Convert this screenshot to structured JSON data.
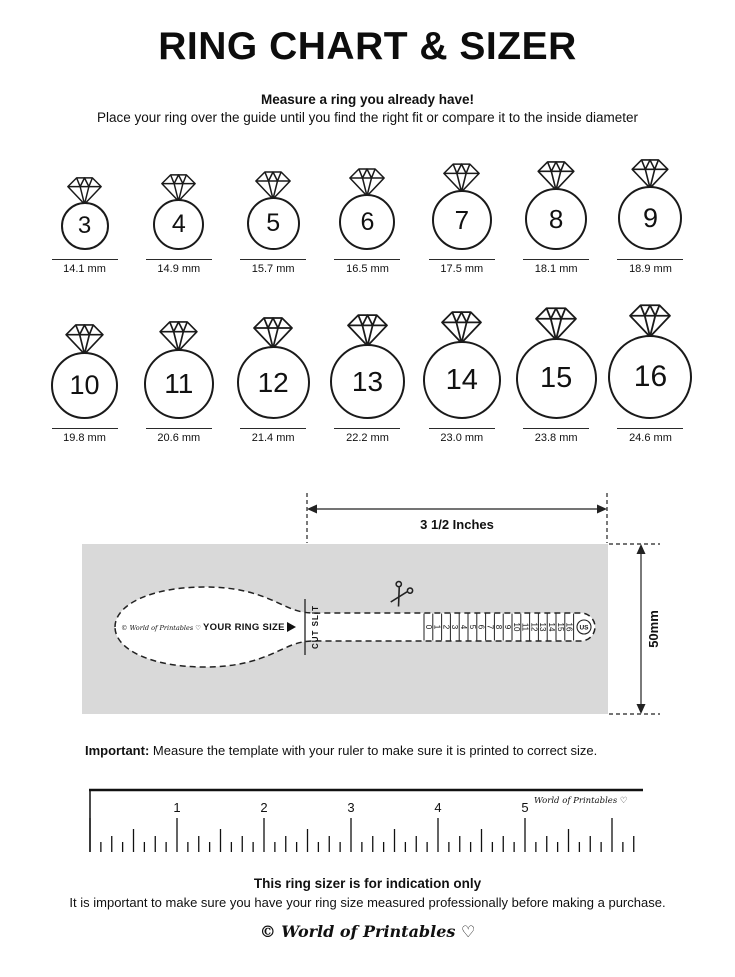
{
  "title": "RING CHART & SIZER",
  "intro": {
    "heading": "Measure a ring you already have!",
    "text": "Place your ring over the guide until you find the right fit or compare it to the inside diameter"
  },
  "ring_rows": [
    {
      "rings": [
        {
          "size": "3",
          "diameter_mm": 14.1,
          "label": "14.1 mm"
        },
        {
          "size": "4",
          "diameter_mm": 14.9,
          "label": "14.9 mm"
        },
        {
          "size": "5",
          "diameter_mm": 15.7,
          "label": "15.7 mm"
        },
        {
          "size": "6",
          "diameter_mm": 16.5,
          "label": "16.5 mm"
        },
        {
          "size": "7",
          "diameter_mm": 17.5,
          "label": "17.5 mm"
        },
        {
          "size": "8",
          "diameter_mm": 18.1,
          "label": "18.1 mm"
        },
        {
          "size": "9",
          "diameter_mm": 18.9,
          "label": "18.9 mm"
        }
      ]
    },
    {
      "rings": [
        {
          "size": "10",
          "diameter_mm": 19.8,
          "label": "19.8 mm"
        },
        {
          "size": "11",
          "diameter_mm": 20.6,
          "label": "20.6 mm"
        },
        {
          "size": "12",
          "diameter_mm": 21.4,
          "label": "21.4 mm"
        },
        {
          "size": "13",
          "diameter_mm": 22.2,
          "label": "22.2 mm"
        },
        {
          "size": "14",
          "diameter_mm": 23.0,
          "label": "23.0 mm"
        },
        {
          "size": "15",
          "diameter_mm": 23.8,
          "label": "23.8 mm"
        },
        {
          "size": "16",
          "diameter_mm": 24.6,
          "label": "24.6 mm"
        }
      ]
    }
  ],
  "sizer": {
    "width_label": "3 1/2 Inches",
    "height_label": "50mm",
    "brand": "© World of Printables ♡",
    "your_ring_size_label": "YOUR RING SIZE",
    "cut_slit_label": "CUT SLIT",
    "scale_numbers": [
      "0",
      "1",
      "2",
      "3",
      "4",
      "5",
      "6",
      "7",
      "8",
      "9",
      "10",
      "11",
      "12",
      "13",
      "14",
      "15",
      "16"
    ],
    "unit_label": "US"
  },
  "important_note": {
    "lead": "Important:",
    "text": "Measure the template with your ruler to make sure it is printed to correct size."
  },
  "ruler": {
    "numbers": [
      "1",
      "2",
      "3",
      "4",
      "5"
    ],
    "brand": "World of Printables ♡"
  },
  "footer": {
    "heading": "This ring sizer is for indication only",
    "text": "It is important to make sure you have your ring size measured professionally before making a purchase.",
    "logo": "© World of Printables ♡"
  }
}
